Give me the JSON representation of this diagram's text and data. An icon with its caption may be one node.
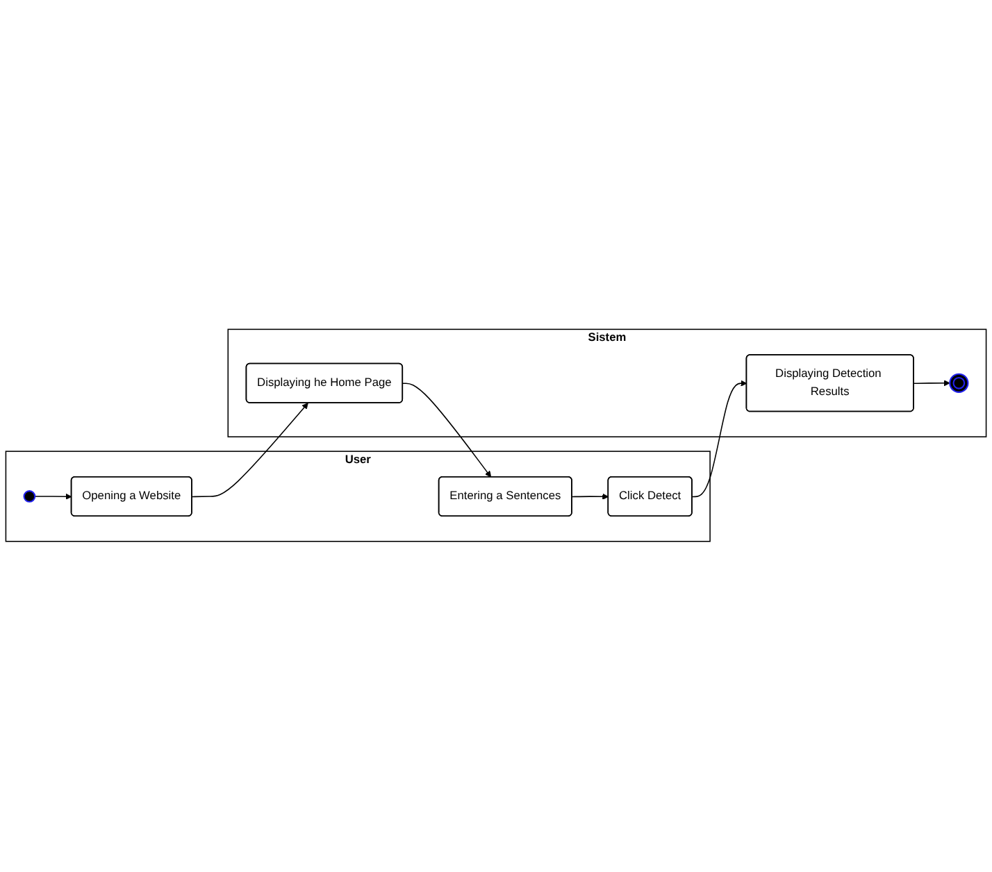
{
  "diagram": {
    "nodes": [
      {
        "text": [
          "User"
        ]
      },
      {
        "text": [
          "Sistem"
        ]
      },
      {
        "text": [],
        "shape": "circle",
        "in": 0
      },
      {
        "text": [
          "Opening a Website"
        ],
        "in": 0
      },
      {
        "text": [
          "Displaying he Home Page"
        ],
        "in": 1
      },
      {
        "text": [
          "Entering a Sentences"
        ],
        "in": 0
      },
      {
        "text": [
          "Click Detect"
        ],
        "in": 0
      },
      {
        "text": [
          "Displaying Detection Results"
        ],
        "in": 1
      },
      {
        "text": [],
        "shape": "bullseye",
        "in": 1
      }
    ],
    "edges": [
      {
        "from": 2,
        "to": 3,
        "arrow": "to"
      },
      {
        "from": 3,
        "to": 4,
        "arrow": "to"
      },
      {
        "from": 4,
        "to": 5,
        "arrow": "to"
      },
      {
        "from": 5,
        "to": 6,
        "arrow": "to"
      },
      {
        "from": 6,
        "to": 7,
        "arrow": "to"
      },
      {
        "from": 7,
        "to": 8,
        "arrow": "to"
      }
    ]
  }
}
